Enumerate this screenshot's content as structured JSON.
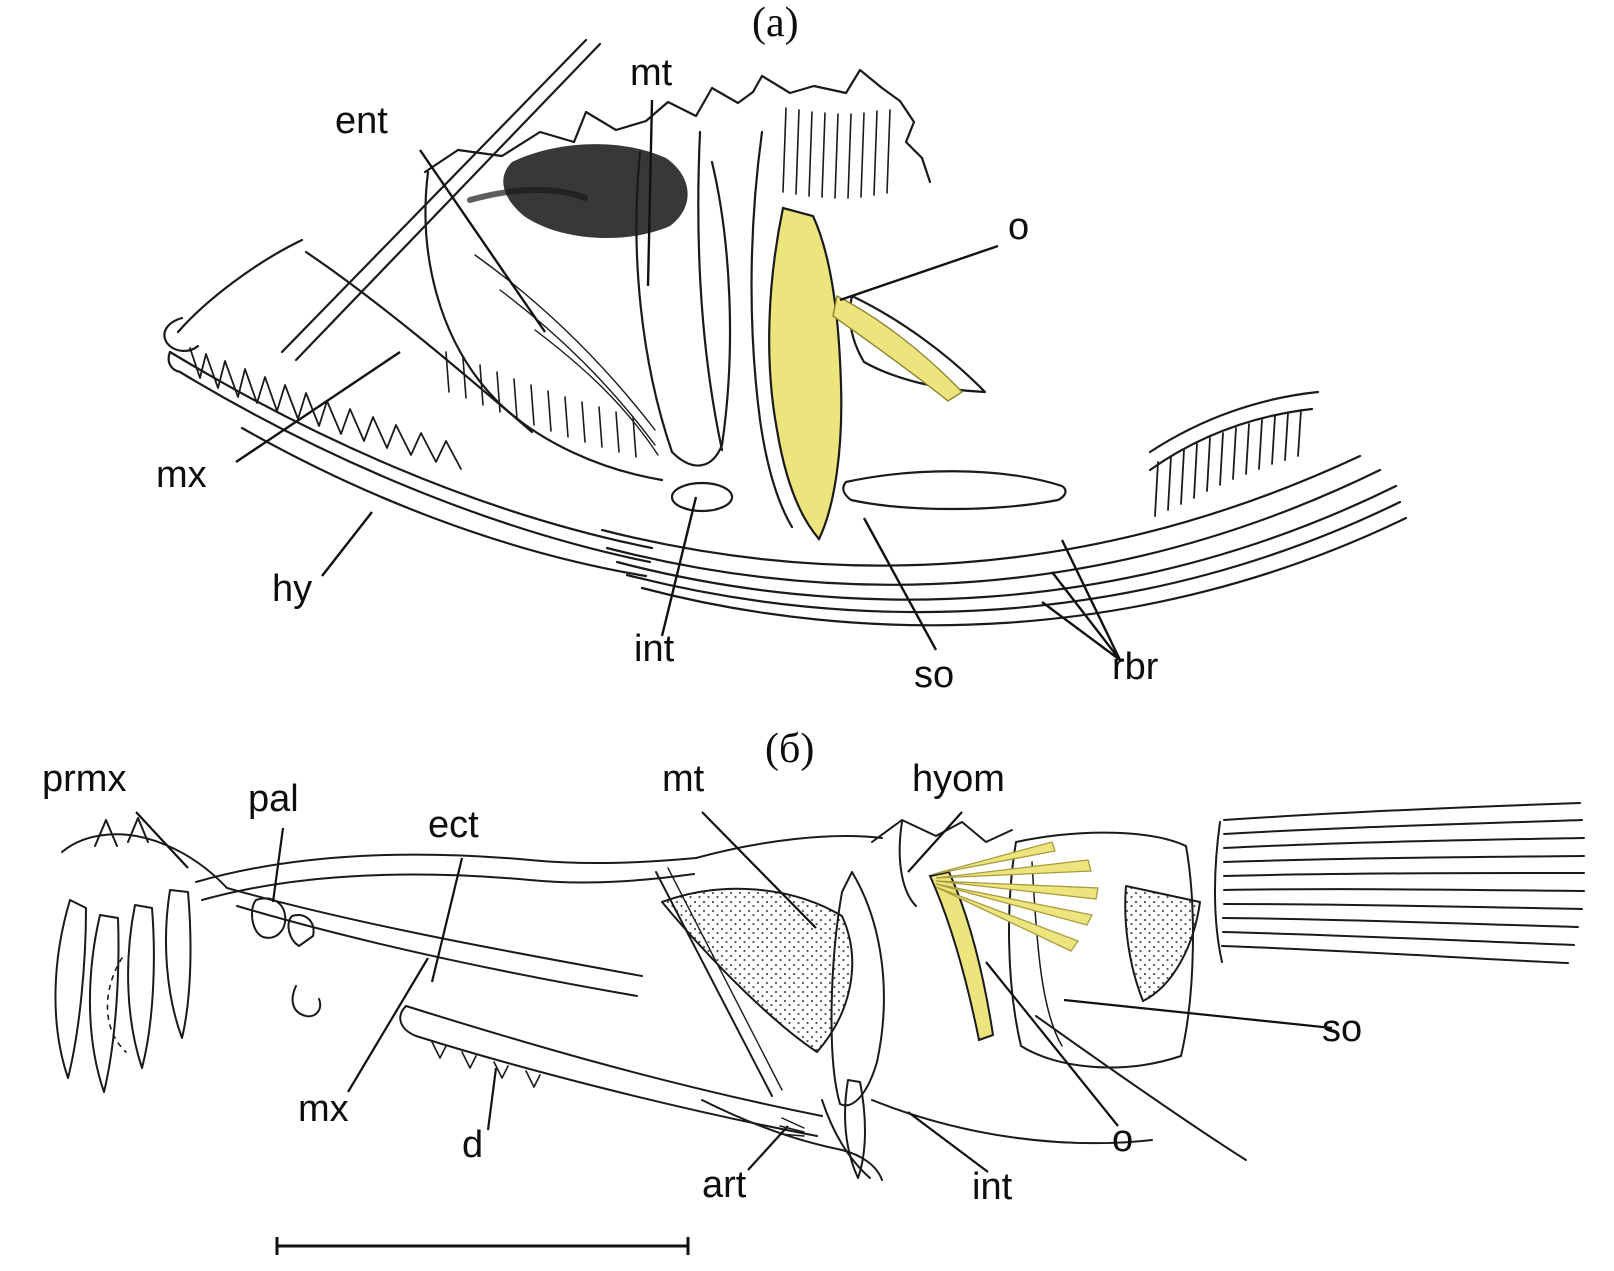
{
  "figure": {
    "description_colors": {
      "background": "#ffffff",
      "line": "#1a1a1a",
      "highlight": "#ece57e"
    },
    "scale_bar": {
      "present": true
    }
  },
  "panels": [
    {
      "id": "a",
      "title": "(а)",
      "labels": [
        {
          "id": "ent",
          "text": "ent"
        },
        {
          "id": "mt",
          "text": "mt"
        },
        {
          "id": "o",
          "text": "o"
        },
        {
          "id": "mx",
          "text": "mx"
        },
        {
          "id": "hy",
          "text": "hy"
        },
        {
          "id": "int",
          "text": "int"
        },
        {
          "id": "so",
          "text": "so"
        },
        {
          "id": "rbr",
          "text": "rbr"
        }
      ]
    },
    {
      "id": "b",
      "title": "(б)",
      "labels": [
        {
          "id": "prmx",
          "text": "prmx"
        },
        {
          "id": "pal",
          "text": "pal"
        },
        {
          "id": "ect",
          "text": "ect"
        },
        {
          "id": "mt",
          "text": "mt"
        },
        {
          "id": "hyom",
          "text": "hyom"
        },
        {
          "id": "mx",
          "text": "mx"
        },
        {
          "id": "d",
          "text": "d"
        },
        {
          "id": "art",
          "text": "art"
        },
        {
          "id": "int",
          "text": "int"
        },
        {
          "id": "o",
          "text": "o"
        },
        {
          "id": "so",
          "text": "so"
        }
      ]
    }
  ]
}
